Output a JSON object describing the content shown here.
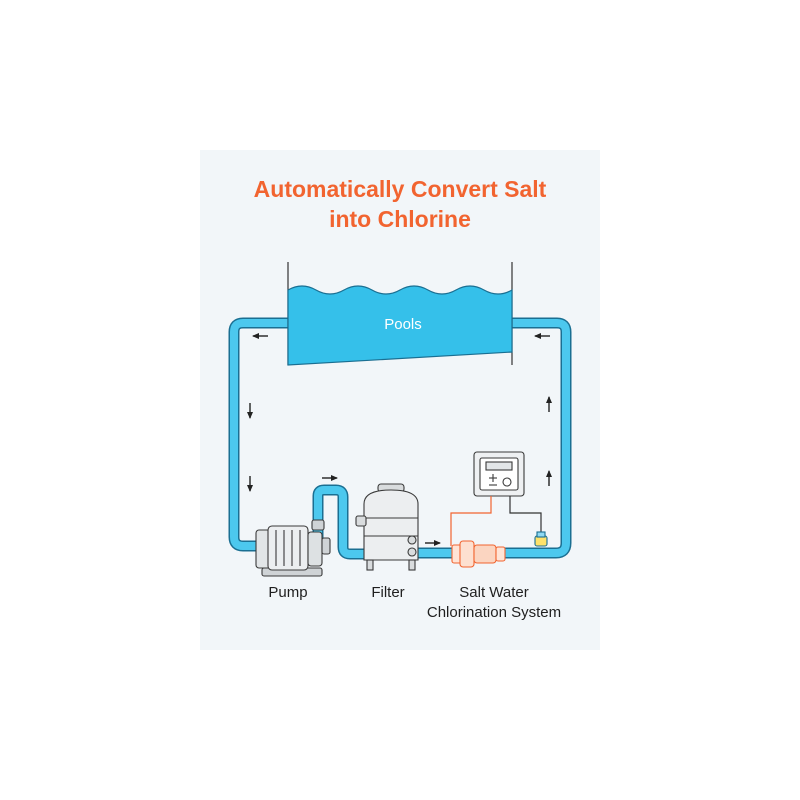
{
  "title": {
    "line1": "Automatically Convert Salt",
    "line2": "into Chlorine"
  },
  "labels": {
    "pool": "Pools",
    "pump": "Pump",
    "filter": "Filter",
    "chlorinator_line1": "Salt Water",
    "chlorinator_line2": "Chlorination System"
  },
  "colors": {
    "accent": "#f26430",
    "water": "#35c0ea",
    "pipe": "#3bbde8",
    "background": "#f2f6f9"
  }
}
